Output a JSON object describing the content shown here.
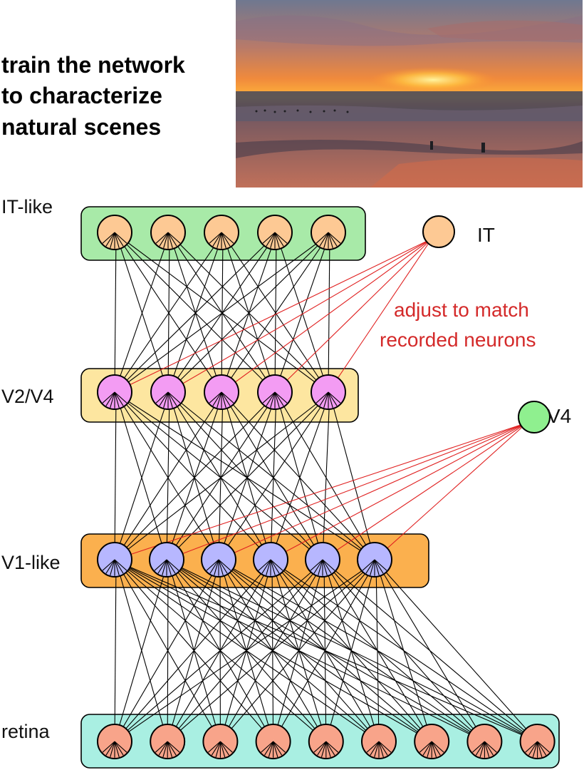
{
  "title_lines": [
    "train the network",
    "to characterize",
    "natural scenes"
  ],
  "layers": [
    {
      "key": "it",
      "label": "IT-like",
      "fill": "#a8eaa8",
      "node_fill": "#fdc994",
      "count": 5
    },
    {
      "key": "v2v4",
      "label": "V2/V4",
      "fill": "#fde6a0",
      "node_fill": "#f39cf3",
      "count": 5
    },
    {
      "key": "v1",
      "label": "V1-like",
      "fill": "#fbb04e",
      "node_fill": "#b7b7ff",
      "count": 6
    },
    {
      "key": "retina",
      "label": "retina",
      "fill": "#a9efe2",
      "node_fill": "#f8a48a",
      "count": 9
    }
  ],
  "recorded": [
    {
      "key": "it",
      "label": "IT",
      "fill": "#fdc994"
    },
    {
      "key": "v4",
      "label": "V4",
      "fill": "#8ff08f"
    }
  ],
  "annotation_lines": [
    "adjust to match",
    "recorded neurons"
  ],
  "colors": {
    "edge": "#000000",
    "red_edge": "#e02020",
    "annotation": "#d42a2a"
  },
  "photo": {
    "subject": "sunset over ocean beach with birds"
  }
}
